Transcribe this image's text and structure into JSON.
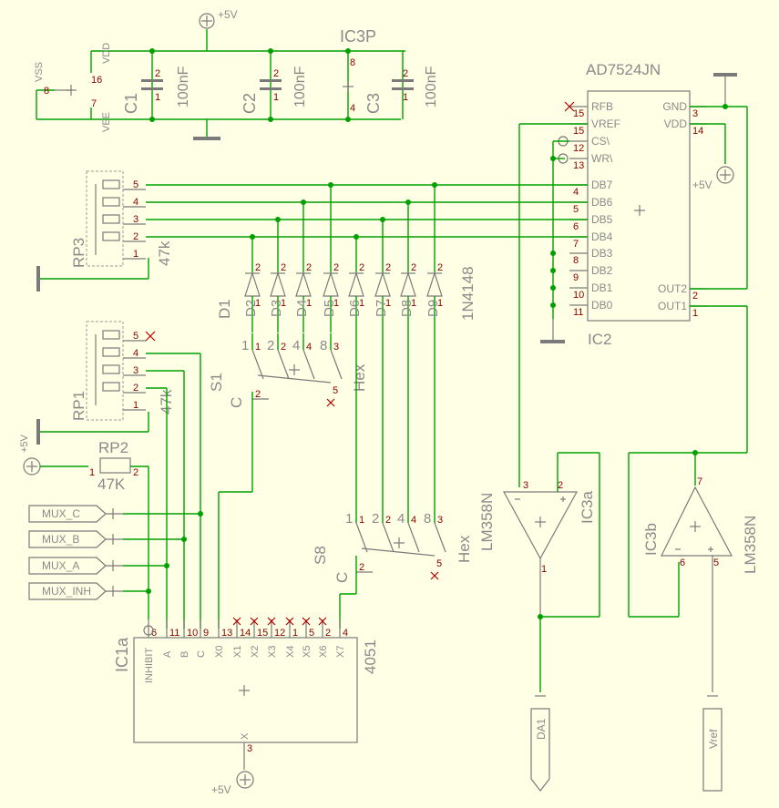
{
  "ic3p": {
    "name": "IC3P",
    "vdd": "VDD",
    "vss": "VSS",
    "vee": "VEE",
    "pin16": "16",
    "pin8a": "8",
    "pin7": "7",
    "pin8b": "8",
    "pin4": "4"
  },
  "caps": [
    {
      "name": "C1",
      "value": "100nF"
    },
    {
      "name": "C2",
      "value": "100nF"
    },
    {
      "name": "C3",
      "value": "100nF"
    }
  ],
  "dac": {
    "name": "AD7524JN",
    "ref": "IC2",
    "left_pins": [
      [
        "15",
        "RFB"
      ],
      [
        "15",
        "VREF"
      ],
      [
        "12",
        "CS\\"
      ],
      [
        "13",
        "WR\\"
      ],
      [
        "4",
        "DB7"
      ],
      [
        "5",
        "DB6"
      ],
      [
        "6",
        "DB5"
      ],
      [
        "7",
        "DB4"
      ],
      [
        "8",
        "DB3"
      ],
      [
        "9",
        "DB2"
      ],
      [
        "10",
        "DB1"
      ],
      [
        "11",
        "DB0"
      ]
    ],
    "right_pins": [
      [
        "3",
        "GND"
      ],
      [
        "14",
        "VDD"
      ],
      [
        "2",
        "OUT2"
      ],
      [
        "1",
        "OUT1"
      ]
    ]
  },
  "plus5v": "+5V",
  "rp3": {
    "name": "RP3",
    "value": "47k",
    "pins": [
      "5",
      "4",
      "3",
      "2",
      "1"
    ]
  },
  "rp1": {
    "name": "RP1",
    "value": "47k",
    "pins": [
      "5",
      "4",
      "3",
      "2",
      "1"
    ]
  },
  "rp2": {
    "name": "RP2",
    "value": "47K",
    "pin1": "1",
    "pin2": "2"
  },
  "diodes": {
    "first": "D1",
    "labels": [
      "D2",
      "D3",
      "D4",
      "D5",
      "D6",
      "D7",
      "D8",
      "D9"
    ],
    "part": "1N4148"
  },
  "s1": {
    "name": "S1",
    "type": "Hex",
    "pins": [
      "1",
      "2",
      "4",
      "8"
    ],
    "common": "C"
  },
  "s8": {
    "name": "S8",
    "type": "Hex",
    "pins": [
      "1",
      "2",
      "4",
      "8"
    ],
    "common": "C"
  },
  "mux": {
    "name": "IC1a",
    "part": "4051",
    "pins": [
      [
        "6",
        "INHIBIT"
      ],
      [
        "11",
        "A"
      ],
      [
        "10",
        "B"
      ],
      [
        "9",
        "C"
      ],
      [
        "13",
        "X0"
      ],
      [
        "14",
        "X1"
      ],
      [
        "15",
        "X2"
      ],
      [
        "12",
        "X3"
      ],
      [
        "1",
        "X4"
      ],
      [
        "5",
        "X5"
      ],
      [
        "2",
        "X6"
      ],
      [
        "4",
        "X7"
      ]
    ],
    "out_pin": "3",
    "out_label": "X"
  },
  "labels": [
    "MUX_C",
    "MUX_B",
    "MUX_A",
    "MUX_INH"
  ],
  "ic3a": {
    "name": "IC3a",
    "part": "LM358N",
    "pins": [
      "3",
      "2",
      "1"
    ]
  },
  "ic3b": {
    "name": "IC3b",
    "part": "LM358N",
    "pins": [
      "7",
      "6",
      "5"
    ]
  },
  "outputs": {
    "da1": "DA1",
    "vref": "Vref"
  }
}
